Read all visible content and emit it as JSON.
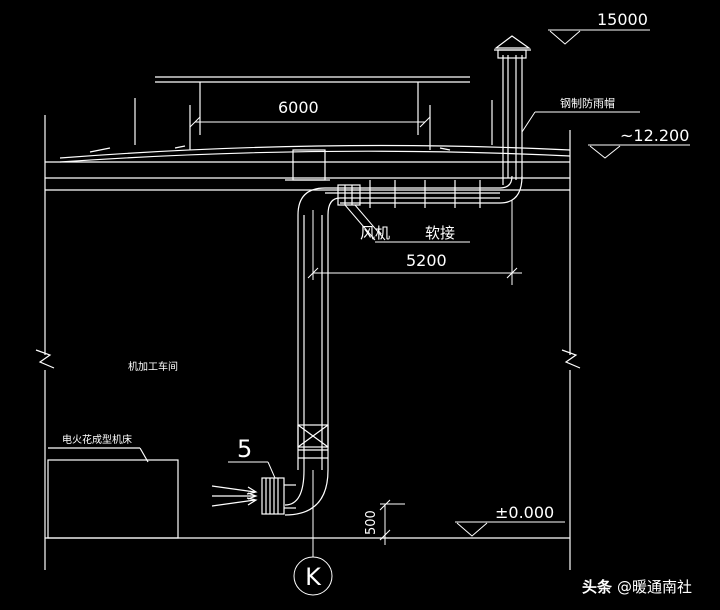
{
  "colors": {
    "background": "#000000",
    "line": "#ffffff",
    "watermark": "#ffffff"
  },
  "elevations": {
    "top": "15000",
    "roof": "~12.200",
    "floor": "±0.000"
  },
  "dimensions": {
    "span": "6000",
    "duct_run": "5200",
    "height": "500"
  },
  "labels": {
    "rain_cap": "钢制防雨帽",
    "fan": "风机",
    "soft_joint": "软接",
    "workshop": "机加工车间",
    "machine": "电火花成型机床",
    "item_number": "5",
    "axis": "K"
  },
  "watermark": {
    "prefix": "头条",
    "handle": "@暖通南社"
  }
}
